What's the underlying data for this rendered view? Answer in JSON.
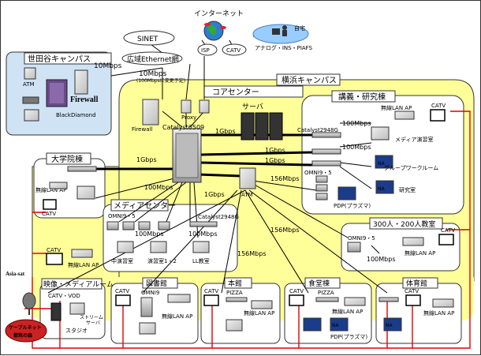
{
  "internet": "インターネット",
  "home": "自宅",
  "dialup": "アナログ・INS・PIAFS",
  "sinet": "SINET",
  "isp": "ISP",
  "catv_cloud": "CATV",
  "wide_ethernet": "広域Ethernet網",
  "setagaya": {
    "title": "世田谷キャンパス",
    "atm": "ATM",
    "firewall": "Firewall",
    "blackdiamond": "BlackDiamond",
    "link": "10Mbps",
    "link2": "10Mbps",
    "link_note": "(100Mbpsに変更予定)"
  },
  "yokohama": "横浜キャンパス",
  "core": {
    "title": "コアセンター",
    "server": "サーバ",
    "firewall": "Firewall",
    "proxy": "Proxy",
    "switch": "Catalyst6509",
    "atm": "ATM"
  },
  "links": {
    "l1": "1Gbps",
    "l2": "1Gbps",
    "l3": "1Gbps",
    "l4": "1Gbps",
    "l5": "100Mbps",
    "l6": "100Mbps",
    "l7": "156Mbps",
    "l8": "156Mbps",
    "l9": "156Mbps",
    "l10": "1Gbps"
  },
  "lecture": {
    "title": "講義・研究棟",
    "wlan": "無線LAN AP",
    "catv": "CATV",
    "switch": "Catalyst2948G",
    "bw1": "100Mbps",
    "bw2": "100Mbps",
    "media_room": "メディア演習室",
    "group_room": "グループワークルーム",
    "omni": "OMNI9・5",
    "pdp": "PDP(プラズマ)",
    "lab": "研究室"
  },
  "grad": {
    "title": "大学院棟",
    "wlan": "無線LAN AP",
    "catv": "CATV"
  },
  "media_center": {
    "title": "メディアセンター",
    "omni": "OMNI9・5",
    "switch": "Catalyst2948G",
    "bw1": "100Mbps",
    "bw2": "100Mbps",
    "room1": "中演習室",
    "room2": "演習室1・2",
    "room3": "LL教室"
  },
  "hall300": {
    "title": "300人・200人教室",
    "omni": "OMNI9・5",
    "catv": "CATV",
    "wlan": "無線LAN AP",
    "bw": "100Mbps"
  },
  "left_catv": "CATV",
  "left_wlan": "無線LAN AP",
  "asia_sat": "Asia-sat",
  "cable_label_1": "ケーブルネット",
  "cable_label_2": "都筑の森",
  "video_room": {
    "title": "映像・メディアルーム",
    "catv_vod": "CATV・VOD",
    "studio": "スタジオ",
    "stream_1": "ストリーム",
    "stream_2": "サーバ"
  },
  "library": {
    "title": "図書館",
    "omni": "OMNI9",
    "catv": "CATV",
    "wlan": "無線LAN AP"
  },
  "main_hall": {
    "title": "本館",
    "catv": "CATV",
    "pizza": "PIZZA",
    "wlan": "無線LAN AP"
  },
  "cafeteria": {
    "title": "食堂棟",
    "catv": "CATV",
    "pizza": "PIZZA",
    "wlan": "無線LAN AP",
    "pdp": "PDP(プラズマ)"
  },
  "gym": {
    "title": "体育館",
    "catv": "CATV",
    "wlan": "無線LAN AP"
  },
  "na": "NA"
}
